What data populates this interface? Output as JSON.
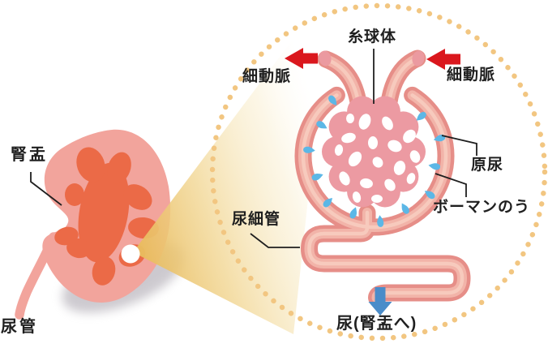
{
  "diagram": {
    "kidney": {
      "label_renal_pelvis": "腎盂",
      "label_ureter": "尿管"
    },
    "nephron": {
      "label_glomerulus": "糸球体",
      "label_arteriole_left": "細動脈",
      "label_arteriole_right": "細動脈",
      "label_primary_urine": "原尿",
      "label_bowmans_capsule": "ボーマンのう",
      "label_renal_tubule": "尿細管",
      "label_urine_outflow": "尿(腎盂へ)"
    },
    "colors": {
      "kidney_body": "#f2a49c",
      "kidney_pelvis": "#eb6a47",
      "tube_edge": "#e68e88",
      "tube_mid": "#f2b4a9",
      "tube_highlight": "#f8cdc0",
      "glomerulus": "#ec9aa2",
      "vessel_opening": "#eb9aa0",
      "droplet_blue": "#5cb7e6",
      "arrow_red": "#da171d",
      "arrow_blue": "#4a8cc9",
      "dotted_circle": "#f2c681",
      "beam_yellow": "#eabf62",
      "text": "#1f1f1f",
      "pointer_line": "#1f1f1f"
    }
  }
}
